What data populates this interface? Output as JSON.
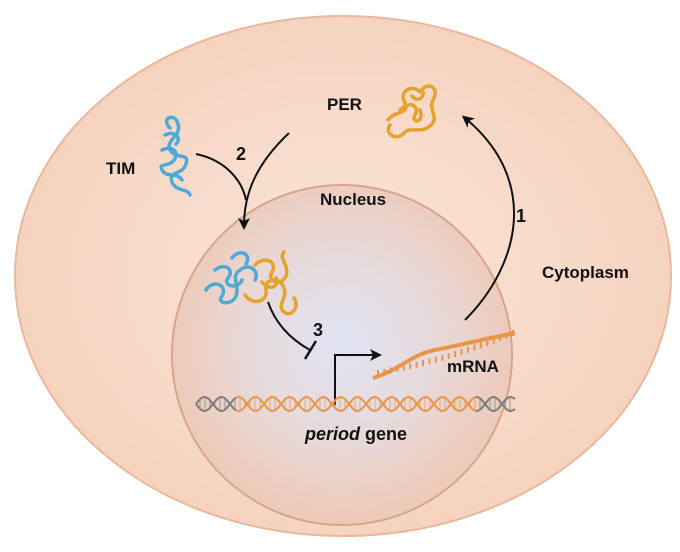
{
  "labels": {
    "per": "PER",
    "tim": "TIM",
    "nucleus": "Nucleus",
    "cytoplasm": "Cytoplasm",
    "mrna": "mRNA",
    "gene_italic": "period",
    "gene_rest": " gene"
  },
  "steps": {
    "step1": "1",
    "step2": "2",
    "step3": "3"
  },
  "colors": {
    "cytoplasm_fill": "#f6d9c7",
    "cytoplasm_stroke": "#eab79a",
    "nucleus_fill": "#ead7d2",
    "nucleus_center": "#dfe3f3",
    "nucleus_stroke": "#d6a58b",
    "per_protein": "#e6a22e",
    "tim_protein": "#4fa9d6",
    "mrna": "#e8954a",
    "dna_orange": "#e8954a",
    "dna_grey": "#7d7d7d",
    "arrow": "#111111"
  },
  "icons": {
    "per": "per-protein-icon",
    "tim": "tim-protein-icon",
    "complex": "per-tim-complex-icon",
    "mrna": "mrna-strand-icon",
    "dna": "dna-helix-icon"
  }
}
